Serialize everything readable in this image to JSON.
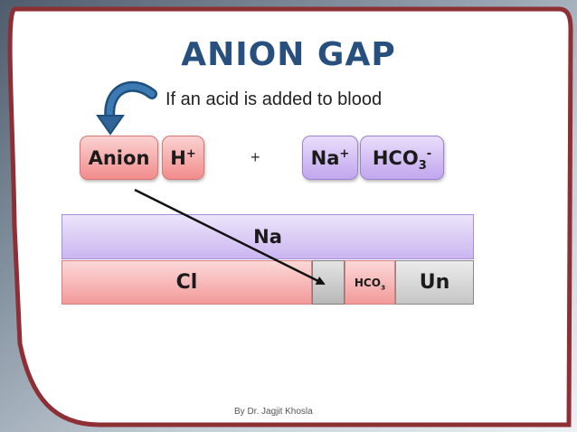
{
  "slide": {
    "title": "ANION GAP",
    "subtitle": "If an acid is added to blood",
    "footer": "By Dr. Jagjit Khosla"
  },
  "equation": {
    "anion": "Anion",
    "h": {
      "base": "H",
      "sup": "+"
    },
    "plus": "+",
    "na": {
      "base": "Na",
      "sup": "+"
    },
    "hco3": {
      "base": "HCO",
      "sub": "3",
      "sup": "-"
    }
  },
  "gap_bar": {
    "cation_label": "Na",
    "cl_label": "Cl",
    "hco3": {
      "base": "HCO",
      "sub": "3"
    },
    "un_label": "Un"
  },
  "colors": {
    "title": "#27507e",
    "pink": "#f28c8c",
    "lilac": "#c1a6ee",
    "gray": "#c8c8c8",
    "frame": "#8e2f36"
  },
  "icons": [
    "curved-arrow-icon",
    "diagonal-arrow-icon"
  ]
}
